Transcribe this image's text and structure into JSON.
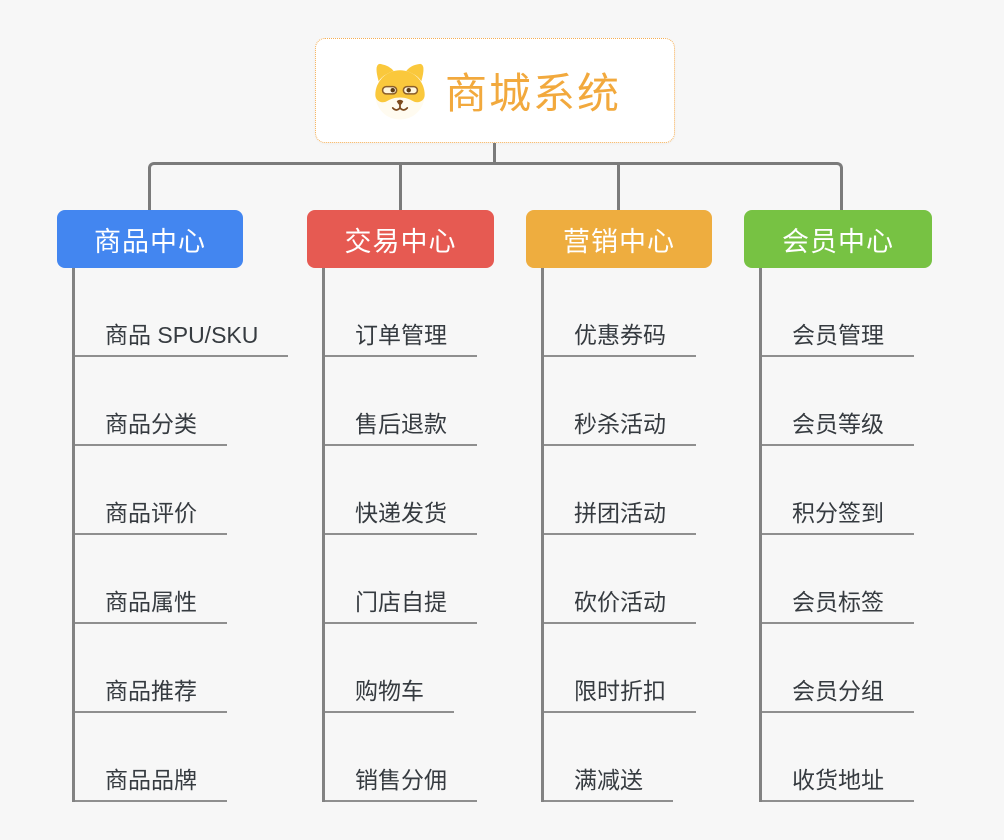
{
  "root": {
    "title": "商城系统",
    "icon": "shiba-dog-icon"
  },
  "branches": [
    {
      "label": "商品中心",
      "color": "#4386f0",
      "items": [
        "商品 SPU/SKU",
        "商品分类",
        "商品评价",
        "商品属性",
        "商品推荐",
        "商品品牌"
      ]
    },
    {
      "label": "交易中心",
      "color": "#e65a52",
      "items": [
        "订单管理",
        "售后退款",
        "快递发货",
        "门店自提",
        "购物车",
        "销售分佣"
      ]
    },
    {
      "label": "营销中心",
      "color": "#eead3f",
      "items": [
        "优惠券码",
        "秒杀活动",
        "拼团活动",
        "砍价活动",
        "限时折扣",
        "满减送"
      ]
    },
    {
      "label": "会员中心",
      "color": "#77c243",
      "items": [
        "会员管理",
        "会员等级",
        "积分签到",
        "会员标签",
        "会员分组",
        "收货地址"
      ]
    }
  ],
  "colors": {
    "background": "#f7f7f7",
    "root_accent": "#f2a93d",
    "root_border": "#f5ae53",
    "connector": "#7b7b7b",
    "underline": "#8f8f8f",
    "item_text": "#363b40"
  }
}
